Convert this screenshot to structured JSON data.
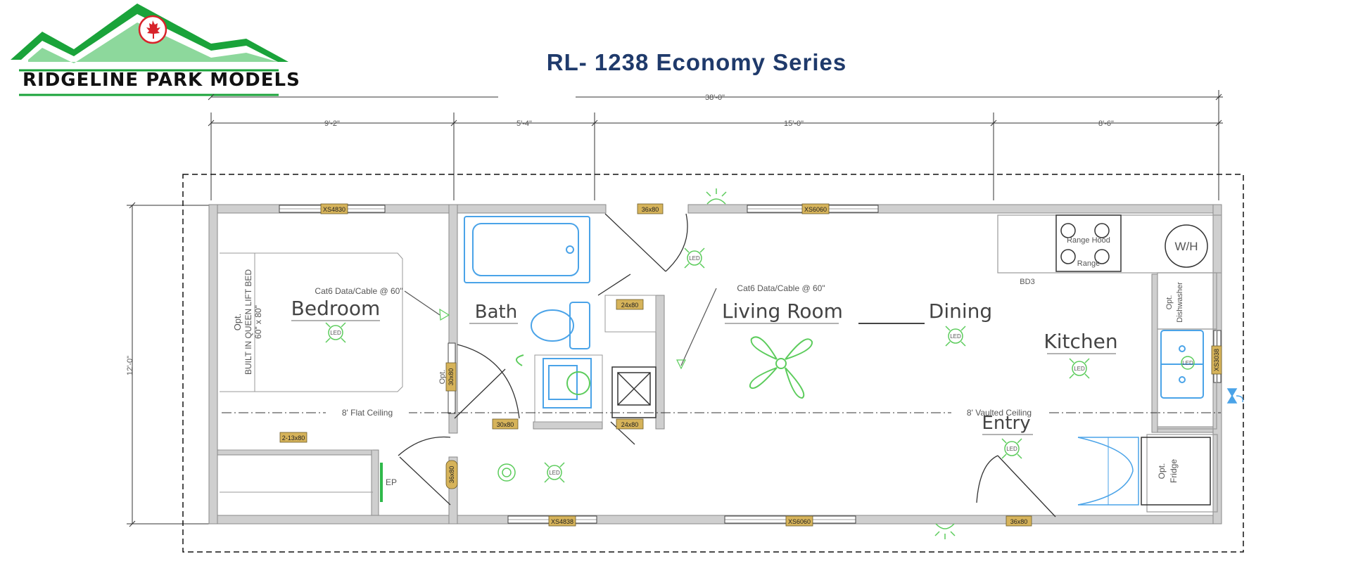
{
  "brand": {
    "name": "RIDGELINE PARK MODELS",
    "maple_leaf_icon": "maple-leaf-icon",
    "green": "#1aa33a",
    "red": "#d8232a"
  },
  "title": "RL- 1238 Economy Series",
  "colors": {
    "title": "#1f3a6b",
    "wall": "#cfcfcf",
    "wall_edge": "#8a8a8a",
    "fixture_blue": "#4aa3e8",
    "fixture_green": "#5ccc5c",
    "tag_fill": "#d6b35a"
  },
  "dimensions": {
    "overall": "38'-0\"",
    "segments": [
      "9'-2\"",
      "5'-4\"",
      "15'-0\"",
      "8'-6\""
    ],
    "depth": "12'-0\""
  },
  "rooms": {
    "bedroom": "Bedroom",
    "bath": "Bath",
    "living": "Living Room",
    "dining": "Dining",
    "kitchen": "Kitchen",
    "entry": "Entry"
  },
  "notes": {
    "cat6_bedroom": "Cat6 Data/Cable @ 60\"",
    "cat6_living": "Cat6 Data/Cable @ 60\"",
    "flat_ceiling": "8' Flat Ceiling",
    "vaulted_ceiling": "8' Vaulted Ceiling",
    "bed_opt": "Opt.",
    "bed_line1": "BUILT IN QUEEN LIFT BED",
    "bed_line2": "60\" x 80\"",
    "opt_closet": "Opt.",
    "range_hood": "Range Hood",
    "range": "Range",
    "bd3": "BD3",
    "wh": "W/H",
    "dishwasher_opt": "Opt.",
    "dishwasher": "Dishwasher",
    "fridge_opt": "Opt.",
    "fridge": "Fridge",
    "ep": "EP",
    "led": "LED"
  },
  "tags": {
    "window_bed_top": "XS4830",
    "door_top": "36x80",
    "window_living_top": "XS6060",
    "closet_bath": "24x80",
    "closet_bath2": "24x80",
    "closet_bed": "30x80",
    "bath_door": "30x80",
    "bed_wardrobe": "2-13x80",
    "hall_door": "36x80",
    "window_bot_bed": "XS4838",
    "window_bot_living": "XS6060",
    "door_bottom": "36x80",
    "window_kitchen": "XS3038"
  }
}
